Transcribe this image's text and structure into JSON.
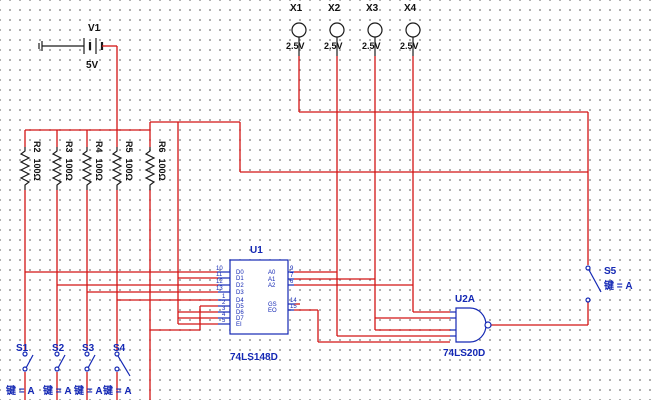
{
  "battery": {
    "ref": "V1",
    "value": "5V"
  },
  "lamps": [
    {
      "ref": "X1",
      "value": "2.5V"
    },
    {
      "ref": "X2",
      "value": "2.5V"
    },
    {
      "ref": "X3",
      "value": "2.5V"
    },
    {
      "ref": "X4",
      "value": "2.5V"
    }
  ],
  "resistors": [
    {
      "ref": "R2",
      "value": "100Ω"
    },
    {
      "ref": "R3",
      "value": "100Ω"
    },
    {
      "ref": "R4",
      "value": "100Ω"
    },
    {
      "ref": "R5",
      "value": "100Ω"
    },
    {
      "ref": "R6",
      "value": "100Ω"
    }
  ],
  "encoder": {
    "ref": "U1",
    "part": "74LS148D",
    "left_pins": [
      "D0",
      "D1",
      "D2",
      "D3",
      "D4",
      "D5",
      "D6",
      "D7",
      "EI"
    ],
    "left_nums": [
      "10",
      "11",
      "12",
      "13",
      "1",
      "2",
      "3",
      "4",
      "5"
    ],
    "right_pins": [
      "A0",
      "A1",
      "A2",
      "GS",
      "EO"
    ],
    "right_nums": [
      "9",
      "7",
      "6",
      "14",
      "15"
    ]
  },
  "nand": {
    "ref": "U2A",
    "part": "74LS20D"
  },
  "switches": [
    {
      "ref": "S1",
      "key": "键 = A"
    },
    {
      "ref": "S2",
      "key": "键 = A"
    },
    {
      "ref": "S3",
      "key": "键 = A"
    },
    {
      "ref": "S4",
      "key": "键 = A"
    },
    {
      "ref": "S5",
      "key": "键 = A"
    }
  ]
}
